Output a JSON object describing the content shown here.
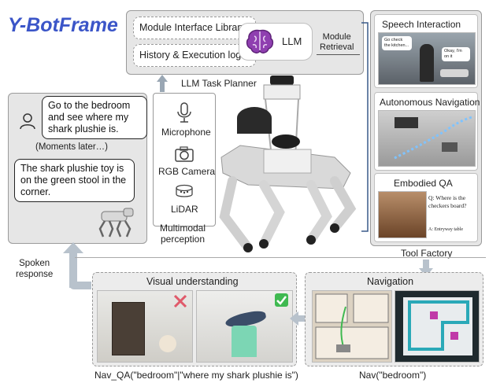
{
  "title": "Y-BotFrame",
  "planner": {
    "module_library": "Module Interface Library",
    "history_logs": "History & Execution logs",
    "llm": "LLM",
    "module_retrieval": "Module\nRetrieval",
    "caption": "LLM Task Planner"
  },
  "user_panel": {
    "request": "Go to the bedroom and see where my shark plushie is.",
    "moments_later": "(Moments later…)",
    "answer": "The shark plushie toy is on the green stool in the corner."
  },
  "perception": {
    "items": [
      "Microphone",
      "RGB Camera",
      "LiDAR"
    ],
    "caption": "Multimodal\nperception"
  },
  "tools": {
    "items": [
      "Speech Interaction",
      "Autonomous Navigation",
      "Embodied QA"
    ],
    "caption": "Tool Factory",
    "speech_bubbles": [
      "Go check the kitchen...",
      "Okay, I'm on it"
    ],
    "qa_question": "Q: Where is the checkers board?",
    "qa_answer": "A: Entryway table"
  },
  "spoken_response": "Spoken\nresponse",
  "visual": {
    "title": "Visual understanding",
    "caption": "Nav_QA(\"bedroom\"|\"where my shark plushie is\")"
  },
  "navigation": {
    "title": "Navigation",
    "caption": "Nav(\"bedroom\")"
  },
  "colors": {
    "title": "#3b55c8",
    "check": "#3fb950",
    "cross": "#e05a6a",
    "stool": "#7cd6b4"
  }
}
